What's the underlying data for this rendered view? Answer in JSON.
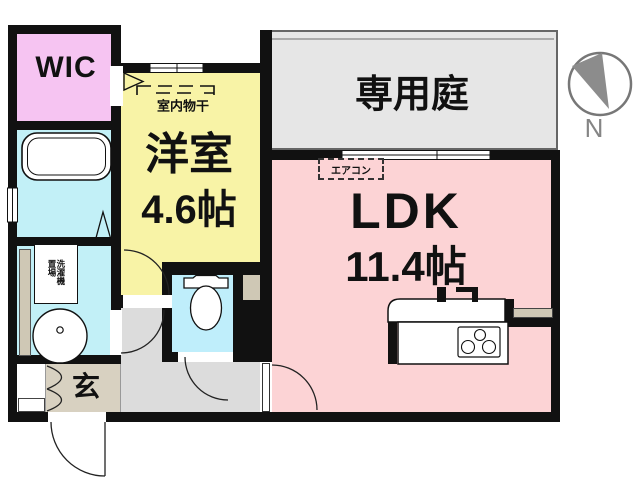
{
  "rooms": {
    "wic": {
      "label": "WIC"
    },
    "bedroom": {
      "label": "洋室",
      "size": "4.6帖",
      "drying_note": "室内物干"
    },
    "garden": {
      "label": "専用庭"
    },
    "ldk": {
      "label": "LDK",
      "size": "11.4帖",
      "aircon_label": "エアコン"
    },
    "entrance": {
      "label": "玄"
    },
    "washroom": {
      "laundry_label": "洗濯機置場"
    }
  },
  "compass": {
    "north_label": "N"
  },
  "colors": {
    "wall": "#111111",
    "wic_fill": "#f6c4f2",
    "bedroom_fill": "#f8f3a6",
    "ldk_fill": "#fcd3d5",
    "bath_fill": "#c2f0f7",
    "toilet_fill": "#bfeefb",
    "garden_fill": "#e6e6e6",
    "hall_fill": "#dcdcdc",
    "entrance_fill": "#d8d1c1",
    "shelf_fill": "#cfc8b5"
  }
}
